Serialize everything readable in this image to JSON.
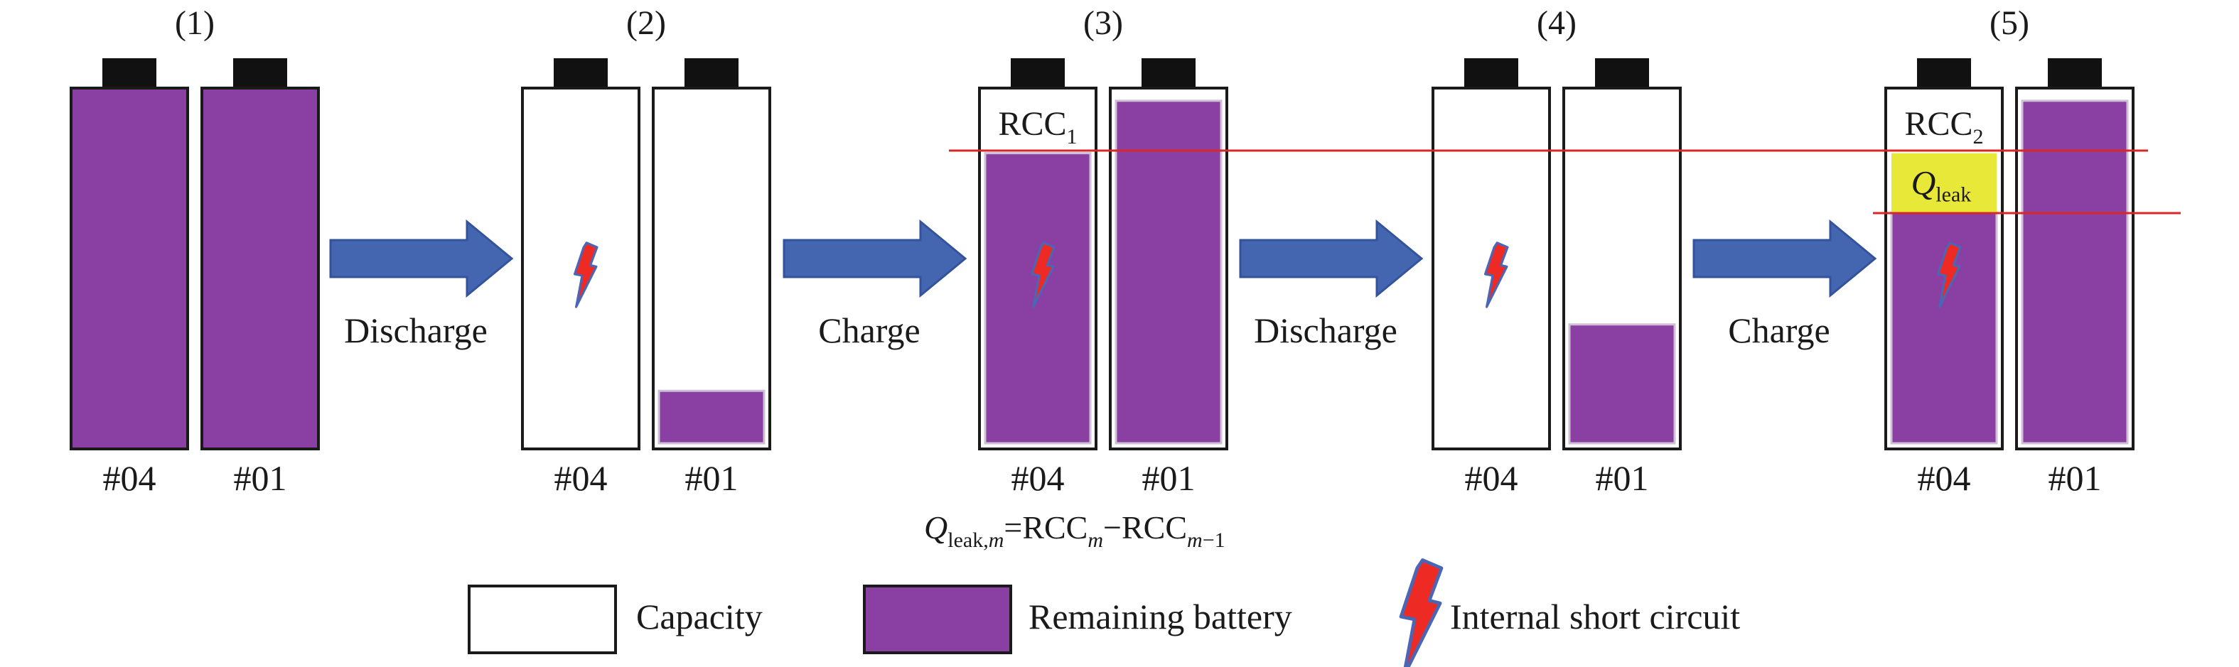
{
  "colors": {
    "battery_fill": "#8a3fa3",
    "battery_outline": "#1a1a1a",
    "terminal": "#111111",
    "arrow": "#4465b0",
    "arrow_edge": "#34539a",
    "leak_highlight": "#e8e838",
    "reference_line": "#d62828",
    "bolt_fill": "#ee2a24",
    "bolt_edge": "#4a66b5"
  },
  "stages": [
    {
      "number": "(1)",
      "batteries": [
        {
          "label": "#04",
          "level": 1.0,
          "short_circuit": false
        },
        {
          "label": "#01",
          "level": 1.0,
          "short_circuit": false
        }
      ]
    },
    {
      "number": "(2)",
      "batteries": [
        {
          "label": "#04",
          "level": 0.0,
          "short_circuit": true
        },
        {
          "label": "#01",
          "level": 0.15,
          "short_circuit": false
        }
      ]
    },
    {
      "number": "(3)",
      "rcc_main": "RCC",
      "rcc_sub": "1",
      "batteries": [
        {
          "label": "#04",
          "level": 0.83,
          "short_circuit": true
        },
        {
          "label": "#01",
          "level": 0.98,
          "short_circuit": false
        }
      ]
    },
    {
      "number": "(4)",
      "batteries": [
        {
          "label": "#04",
          "level": 0.0,
          "short_circuit": true
        },
        {
          "label": "#01",
          "level": 0.34,
          "short_circuit": false
        }
      ]
    },
    {
      "number": "(5)",
      "rcc_main": "RCC",
      "rcc_sub": "2",
      "leak_main": "Q",
      "leak_sub": "leak",
      "leak_level": 0.17,
      "batteries": [
        {
          "label": "#04",
          "level": 0.66,
          "short_circuit": true
        },
        {
          "label": "#01",
          "level": 0.98,
          "short_circuit": false
        }
      ]
    }
  ],
  "arrows": [
    {
      "label": "Discharge"
    },
    {
      "label": "Charge"
    },
    {
      "label": "Discharge"
    },
    {
      "label": "Charge"
    }
  ],
  "formula": {
    "q": "Q",
    "q_sub": "leak,",
    "q_sub_m": "m",
    "equals": "=RCC",
    "sub_m": "m",
    "minus": "−RCC",
    "sub_m2": "m",
    "sub_m2_rest": "−1"
  },
  "legend": {
    "capacity_label": "Capacity",
    "remaining_label": "Remaining battery",
    "short_label": "Internal short circuit"
  }
}
